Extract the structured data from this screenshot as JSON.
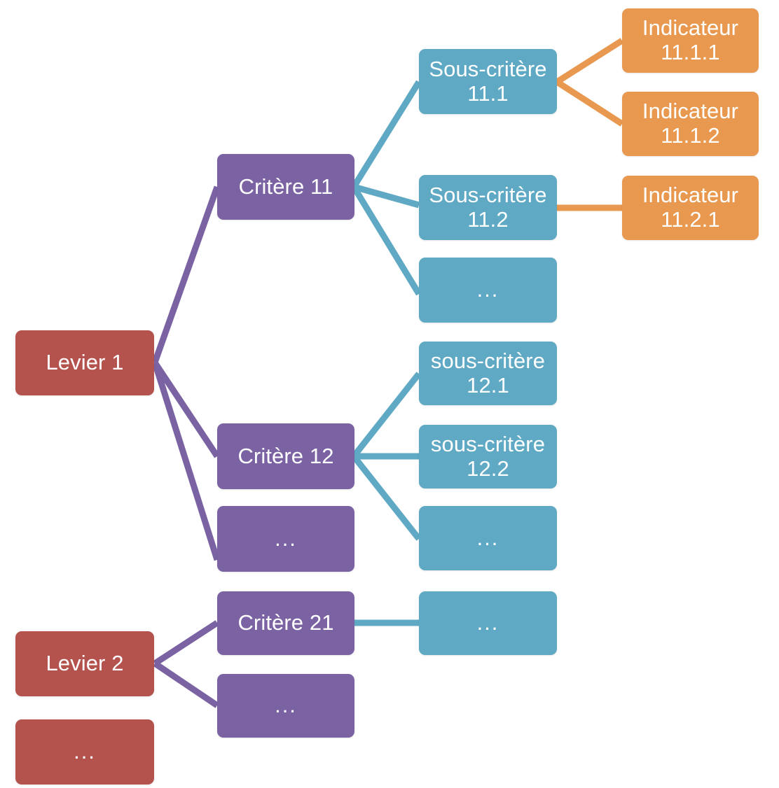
{
  "diagram": {
    "title": "Arbre hiérarchique Leviers / Critères / Sous-critères / Indicateurs",
    "colors": {
      "levier": "#B4534E",
      "critere": "#7B63A3",
      "sous_critere": "#5FA9C4",
      "indicateur": "#E8994F",
      "background": "#FFFFFF",
      "text": "#FFFFFF"
    },
    "ellipsis_text": "...",
    "levels": [
      {
        "key": "levier",
        "name": "Levier"
      },
      {
        "key": "critere",
        "name": "Critère"
      },
      {
        "key": "sous_critere",
        "name": "Sous-critère"
      },
      {
        "key": "indicateur",
        "name": "Indicateur"
      }
    ]
  },
  "nodes": {
    "levier1": {
      "label": "Levier 1",
      "level": "levier"
    },
    "levier2": {
      "label": "Levier 2",
      "level": "levier"
    },
    "levier_more": {
      "label": "...",
      "level": "levier"
    },
    "critere11": {
      "label": "Critère 11",
      "level": "critere"
    },
    "critere12": {
      "label": "Critère 12",
      "level": "critere"
    },
    "critere1_more": {
      "label": "...",
      "level": "critere"
    },
    "critere21": {
      "label": "Critère 21",
      "level": "critere"
    },
    "critere2_more": {
      "label": "...",
      "level": "critere"
    },
    "sous111": {
      "line1": "Sous-critère",
      "line2": "11.1",
      "level": "sous_critere"
    },
    "sous112": {
      "line1": "Sous-critère",
      "line2": "11.2",
      "level": "sous_critere"
    },
    "sous11_more": {
      "label": "...",
      "level": "sous_critere"
    },
    "sous121": {
      "line1": "sous-critère",
      "line2": "12.1",
      "level": "sous_critere"
    },
    "sous122": {
      "line1": "sous-critère",
      "line2": "12.2",
      "level": "sous_critere"
    },
    "sous12_more": {
      "label": "...",
      "level": "sous_critere"
    },
    "sous21_more": {
      "label": "...",
      "level": "sous_critere"
    },
    "indic1111": {
      "line1": "Indicateur",
      "line2": "11.1.1",
      "level": "indicateur"
    },
    "indic1112": {
      "line1": "Indicateur",
      "line2": "11.1.2",
      "level": "indicateur"
    },
    "indic1121": {
      "line1": "Indicateur",
      "line2": "11.2.1",
      "level": "indicateur"
    }
  },
  "edges": [
    {
      "from": "levier1",
      "to": "critere11",
      "color": "#7B63A3"
    },
    {
      "from": "levier1",
      "to": "critere12",
      "color": "#7B63A3"
    },
    {
      "from": "levier1",
      "to": "critere1_more",
      "color": "#7B63A3"
    },
    {
      "from": "critere11",
      "to": "sous111",
      "color": "#5FA9C4"
    },
    {
      "from": "critere11",
      "to": "sous112",
      "color": "#5FA9C4"
    },
    {
      "from": "critere11",
      "to": "sous11_more",
      "color": "#5FA9C4"
    },
    {
      "from": "critere12",
      "to": "sous121",
      "color": "#5FA9C4"
    },
    {
      "from": "critere12",
      "to": "sous122",
      "color": "#5FA9C4"
    },
    {
      "from": "critere12",
      "to": "sous12_more",
      "color": "#5FA9C4"
    },
    {
      "from": "sous111",
      "to": "indic1111",
      "color": "#E8994F"
    },
    {
      "from": "sous111",
      "to": "indic1112",
      "color": "#E8994F"
    },
    {
      "from": "sous112",
      "to": "indic1121",
      "color": "#E8994F"
    },
    {
      "from": "levier2",
      "to": "critere21",
      "color": "#7B63A3"
    },
    {
      "from": "levier2",
      "to": "critere2_more",
      "color": "#7B63A3"
    },
    {
      "from": "critere21",
      "to": "sous21_more",
      "color": "#5FA9C4"
    }
  ]
}
